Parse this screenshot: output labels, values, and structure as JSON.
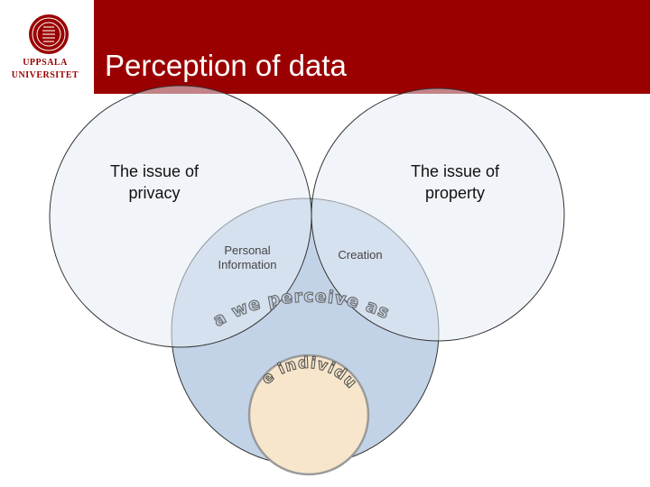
{
  "header": {
    "logo_line1": "UPPSALA",
    "logo_line2": "UNIVERSITET",
    "title": "Perception of data"
  },
  "diagram": {
    "left_circle_label": [
      "The issue of",
      "privacy"
    ],
    "right_circle_label": [
      "The issue of",
      "property"
    ],
    "left_overlap_label": [
      "Personal",
      "Information"
    ],
    "right_overlap_label": "Creation",
    "arc_text": "Data we perceive as ours",
    "inner_text": "The individual",
    "colors": {
      "header": "#9a0000",
      "top_circles": "#e6edf6",
      "bottom_circle": "#c3d3e7",
      "inner_circle": "#f7e6cb"
    }
  }
}
